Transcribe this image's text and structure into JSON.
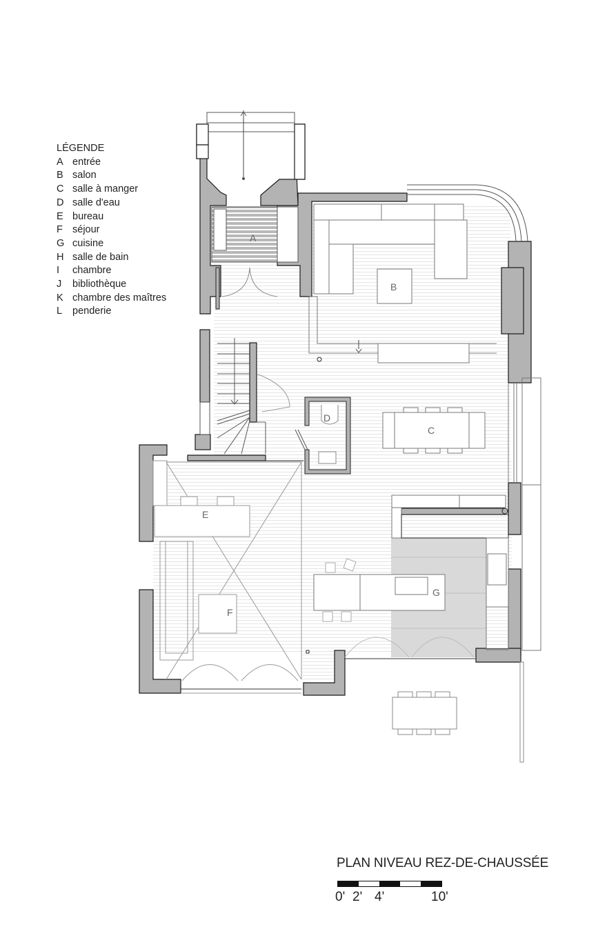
{
  "legend": {
    "title": "LÉGENDE",
    "items": [
      {
        "key": "A",
        "label": "entrée"
      },
      {
        "key": "B",
        "label": "salon"
      },
      {
        "key": "C",
        "label": "salle à manger"
      },
      {
        "key": "D",
        "label": "salle d'eau"
      },
      {
        "key": "E",
        "label": "bureau"
      },
      {
        "key": "F",
        "label": "séjour"
      },
      {
        "key": "G",
        "label": "cuisine"
      },
      {
        "key": "H",
        "label": "salle de bain"
      },
      {
        "key": "I",
        "label": "chambre"
      },
      {
        "key": "J",
        "label": "bibliothèque"
      },
      {
        "key": "K",
        "label": "chambre des maîtres"
      },
      {
        "key": "L",
        "label": "penderie"
      }
    ]
  },
  "plan": {
    "title": "PLAN NIVEAU REZ-DE-CHAUSSÉE",
    "room_labels": {
      "A": "A",
      "B": "B",
      "C": "C",
      "D": "D",
      "E": "E",
      "F": "F",
      "G": "G"
    },
    "colors": {
      "wall_fill": "#b3b3b3",
      "wall_stroke": "#1a1a1a",
      "kitchen_floor": "#d9d9d9",
      "line": "#555555",
      "light_line": "#999999"
    }
  },
  "scale_bar": {
    "labels": [
      "0'",
      "2'",
      "4'",
      "10'"
    ],
    "segments": [
      "black",
      "white",
      "black",
      "white",
      "black"
    ]
  }
}
